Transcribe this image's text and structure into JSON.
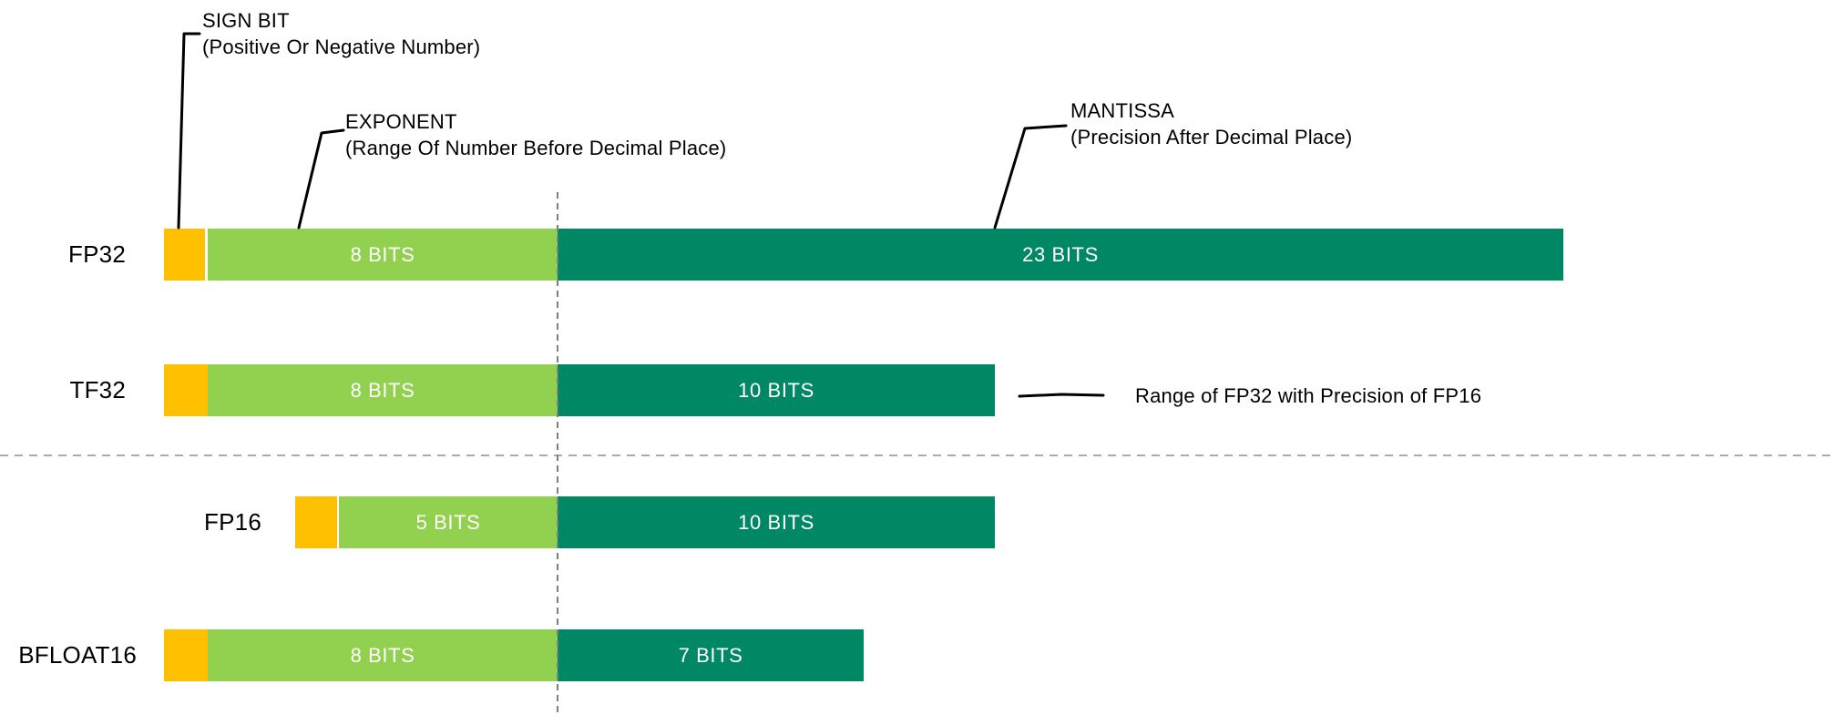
{
  "figure": {
    "annotations": {
      "sign_bit": {
        "title": "SIGN BIT",
        "subtitle": "(Positive Or Negative Number)"
      },
      "exponent": {
        "title": "EXPONENT",
        "subtitle": "(Range Of Number Before Decimal Place)"
      },
      "mantissa": {
        "title": "MANTISSA",
        "subtitle": "(Precision After Decimal Place)"
      },
      "tf32_note": "Range of FP32 with Precision of FP16"
    },
    "rows": [
      {
        "label": "FP32",
        "sign_bits": 1,
        "exponent_bits": 8,
        "mantissa_bits": 23,
        "exponent_label": "8 BITS",
        "mantissa_label": "23 BITS"
      },
      {
        "label": "TF32",
        "sign_bits": 1,
        "exponent_bits": 8,
        "mantissa_bits": 10,
        "exponent_label": "8 BITS",
        "mantissa_label": "10 BITS"
      },
      {
        "label": "FP16",
        "sign_bits": 1,
        "exponent_bits": 5,
        "mantissa_bits": 10,
        "exponent_label": "5 BITS",
        "mantissa_label": "10 BITS"
      },
      {
        "label": "BFLOAT16",
        "sign_bits": 1,
        "exponent_bits": 8,
        "mantissa_bits": 7,
        "exponent_label": "8 BITS",
        "mantissa_label": "7 BITS"
      }
    ],
    "colors": {
      "sign": "#FFC000",
      "exponent": "#92D050",
      "mantissa": "#008763",
      "annotation_line": "#000000",
      "vertical_divider": "#7F7F7F",
      "horizontal_divider": "#ABABAB",
      "bar_text": "#FFFFFF"
    }
  }
}
